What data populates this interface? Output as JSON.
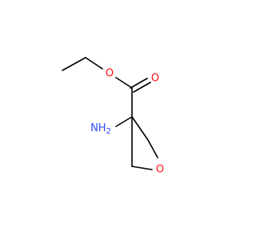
{
  "molecule": {
    "atoms": [
      {
        "label": "O",
        "color": "#ff0d0d",
        "role": "ester-oxygen"
      },
      {
        "label": "O",
        "color": "#ff0d0d",
        "role": "carbonyl-oxygen"
      },
      {
        "label": "NH2",
        "text_main": "NH",
        "text_sub": "2",
        "color": "#3050f8",
        "role": "amino-group"
      },
      {
        "label": "O",
        "color": "#ff0d0d",
        "role": "oxetane-oxygen"
      }
    ]
  }
}
